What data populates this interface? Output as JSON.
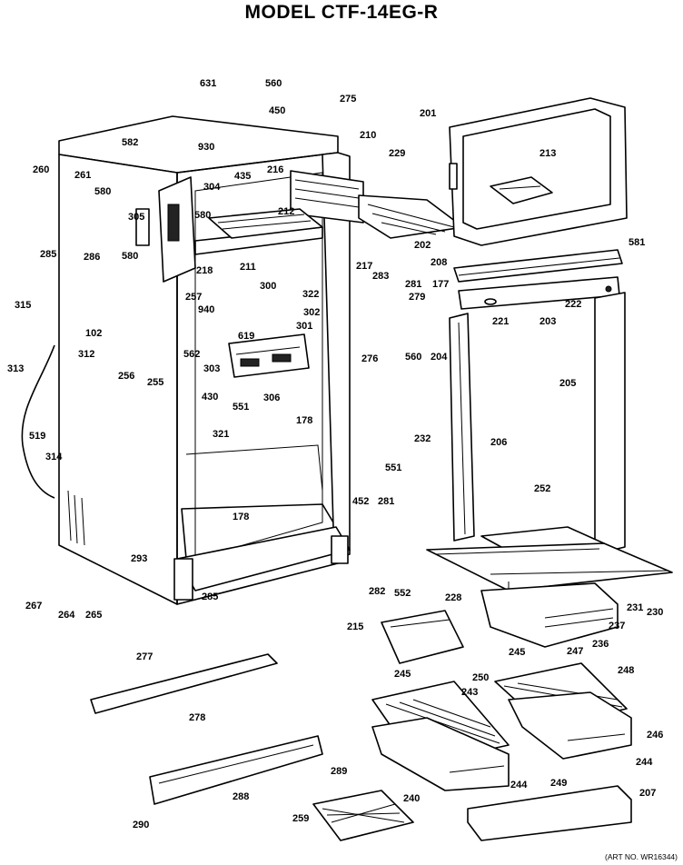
{
  "title": "MODEL CTF-14EG-R",
  "art_number": "(ART NO. WR16344)",
  "part_labels": [
    "631",
    "560",
    "275",
    "450",
    "582",
    "930",
    "210",
    "201",
    "229",
    "216",
    "435",
    "213",
    "260",
    "261",
    "580",
    "304",
    "212",
    "305",
    "580",
    "285",
    "286",
    "580",
    "315",
    "102",
    "312",
    "257",
    "940",
    "300",
    "322",
    "302",
    "211",
    "218",
    "301",
    "619",
    "562",
    "303",
    "256",
    "255",
    "313",
    "306",
    "551",
    "178",
    "430",
    "321",
    "519",
    "314",
    "217",
    "202",
    "581",
    "208",
    "283",
    "281",
    "279",
    "177",
    "222",
    "221",
    "203",
    "276",
    "560",
    "204",
    "205",
    "206",
    "232",
    "551",
    "252",
    "452",
    "281",
    "293",
    "285",
    "282",
    "552",
    "178",
    "228",
    "231",
    "230",
    "237",
    "267",
    "264",
    "265",
    "215",
    "236",
    "247",
    "277",
    "245",
    "245",
    "250",
    "243",
    "248",
    "278",
    "246",
    "244",
    "244",
    "289",
    "249",
    "288",
    "240",
    "207",
    "290",
    "259"
  ]
}
